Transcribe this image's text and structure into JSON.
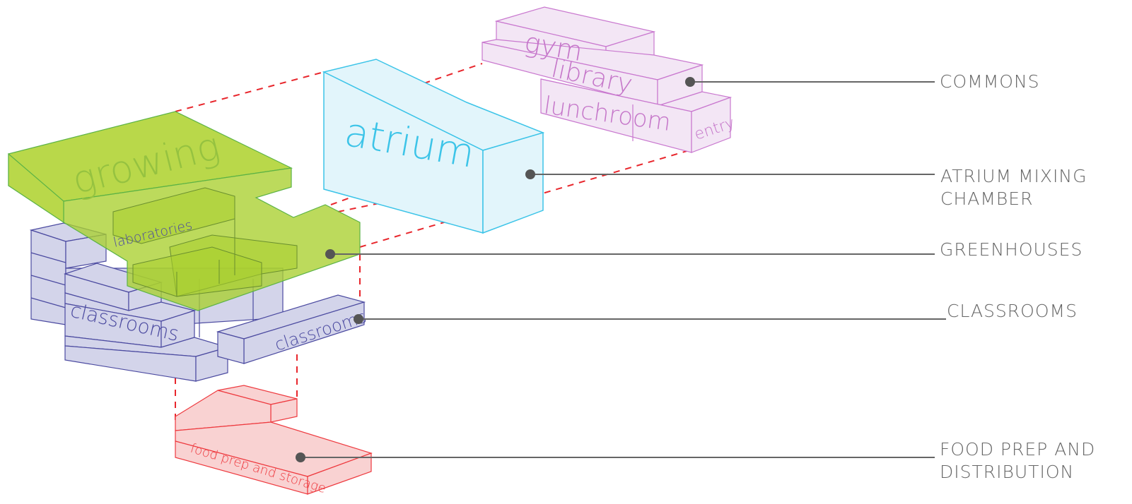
{
  "labels": {
    "growing": "growing",
    "laboratories": "laboratories",
    "atrium": "atrium",
    "gym": "gym",
    "library": "library",
    "lunchroom": "lunchroom",
    "entry": "entry",
    "classrooms_left": "classrooms",
    "classrooms_right": "classrooms",
    "food_prep": "food prep and storage"
  },
  "callouts": {
    "commons": "COMMONS",
    "atrium_line1": "ATRIUM MIXING",
    "atrium_line2": "CHAMBER",
    "greenhouses": "GREENHOUSES",
    "classrooms": "CLASSROOMS",
    "food_line1": "FOOD PREP AND",
    "food_line2": "DISTRIBUTION"
  },
  "colors": {
    "commons": "#f3e6f5",
    "commons_stroke": "#c978cf",
    "commons_text": "#c576c9",
    "atrium": "#e2f5fb",
    "atrium_stroke": "#3cc4e8",
    "atrium_text": "#3cc4e8",
    "greenhouse": "#b9d84a",
    "greenhouse_stroke": "#5cb346",
    "greenhouse_text": "#95c240",
    "classroom": "#d3d4ea",
    "classroom_stroke": "#4b4aa0",
    "classroom_text": "#4b4aa0",
    "food": "#f9d2d2",
    "food_stroke": "#ee3a3f",
    "food_text": "#ee3a3f",
    "leader": "#666666",
    "dashed": "#e8262c"
  }
}
